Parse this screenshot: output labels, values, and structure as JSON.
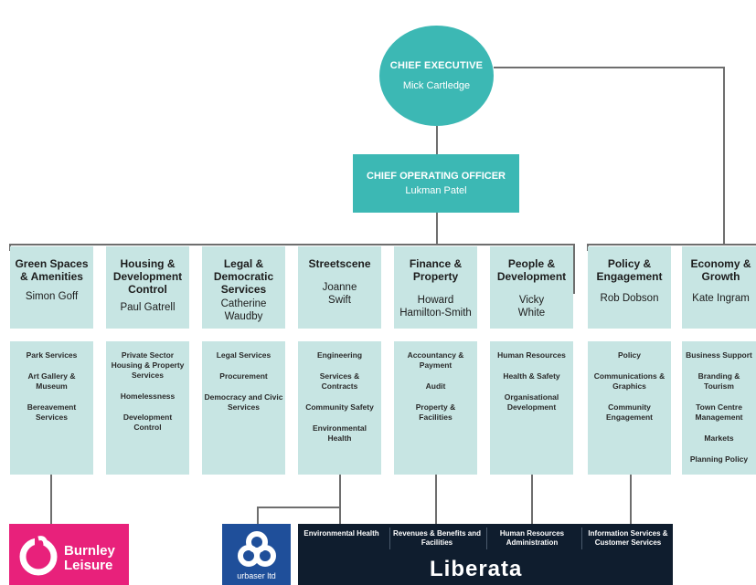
{
  "ceo": {
    "title": "CHIEF EXECUTIVE",
    "name": "Mick Cartledge"
  },
  "coo": {
    "title": "CHIEF OPERATING OFFICER",
    "name": "Lukman Patel"
  },
  "departments": [
    {
      "title": "Green Spaces & Amenities",
      "name": "Simon Goff",
      "services": [
        "Park Services",
        "Art Gallery & Museum",
        "Bereavement Services"
      ]
    },
    {
      "title": "Housing & Development Control",
      "name": "Paul Gatrell",
      "services": [
        "Private Sector Housing & Property Services",
        "Homelessness",
        "Development Control"
      ]
    },
    {
      "title": "Legal & Democratic Services",
      "name": "Catherine Waudby",
      "services": [
        "Legal Services",
        "Procurement",
        "Democracy and Civic Services"
      ]
    },
    {
      "title": "Streetscene",
      "name": "Joanne Swift",
      "services": [
        "Engineering",
        "Services & Contracts",
        "Community Safety",
        "Environmental Health"
      ]
    },
    {
      "title": "Finance & Property",
      "name": "Howard Hamilton-Smith",
      "services": [
        "Accountancy & Payment",
        "Audit",
        "Property & Facilities"
      ]
    },
    {
      "title": "People & Development",
      "name": "Vicky White",
      "services": [
        "Human Resources",
        "Health & Safety",
        "Organisational Development"
      ]
    },
    {
      "title": "Policy & Engagement",
      "name": "Rob Dobson",
      "services": [
        "Policy",
        "Communications & Graphics",
        "Community Engagement"
      ]
    },
    {
      "title": "Economy & Growth",
      "name": "Kate Ingram",
      "services": [
        "Business Support",
        "Branding & Tourism",
        "Town Centre Management",
        "Markets",
        "Planning Policy"
      ]
    }
  ],
  "partners": {
    "burnley_leisure": {
      "text": "Burnley Leisure",
      "line1": "Burnley",
      "line2": "Leisure",
      "color": "#e8217b"
    },
    "urbaser": {
      "text": "urbaser ltd",
      "color": "#1f4f9a"
    },
    "liberata": {
      "name": "Liberata",
      "cells": [
        "Environmental Health",
        "Revenues & Benefits and Facilities",
        "Human Resources Administration",
        "Information Services & Customer Services"
      ]
    }
  },
  "colors": {
    "teal": "#3cb8b4",
    "light_teal": "#c7e5e3",
    "navy": "#0f1d2e"
  }
}
